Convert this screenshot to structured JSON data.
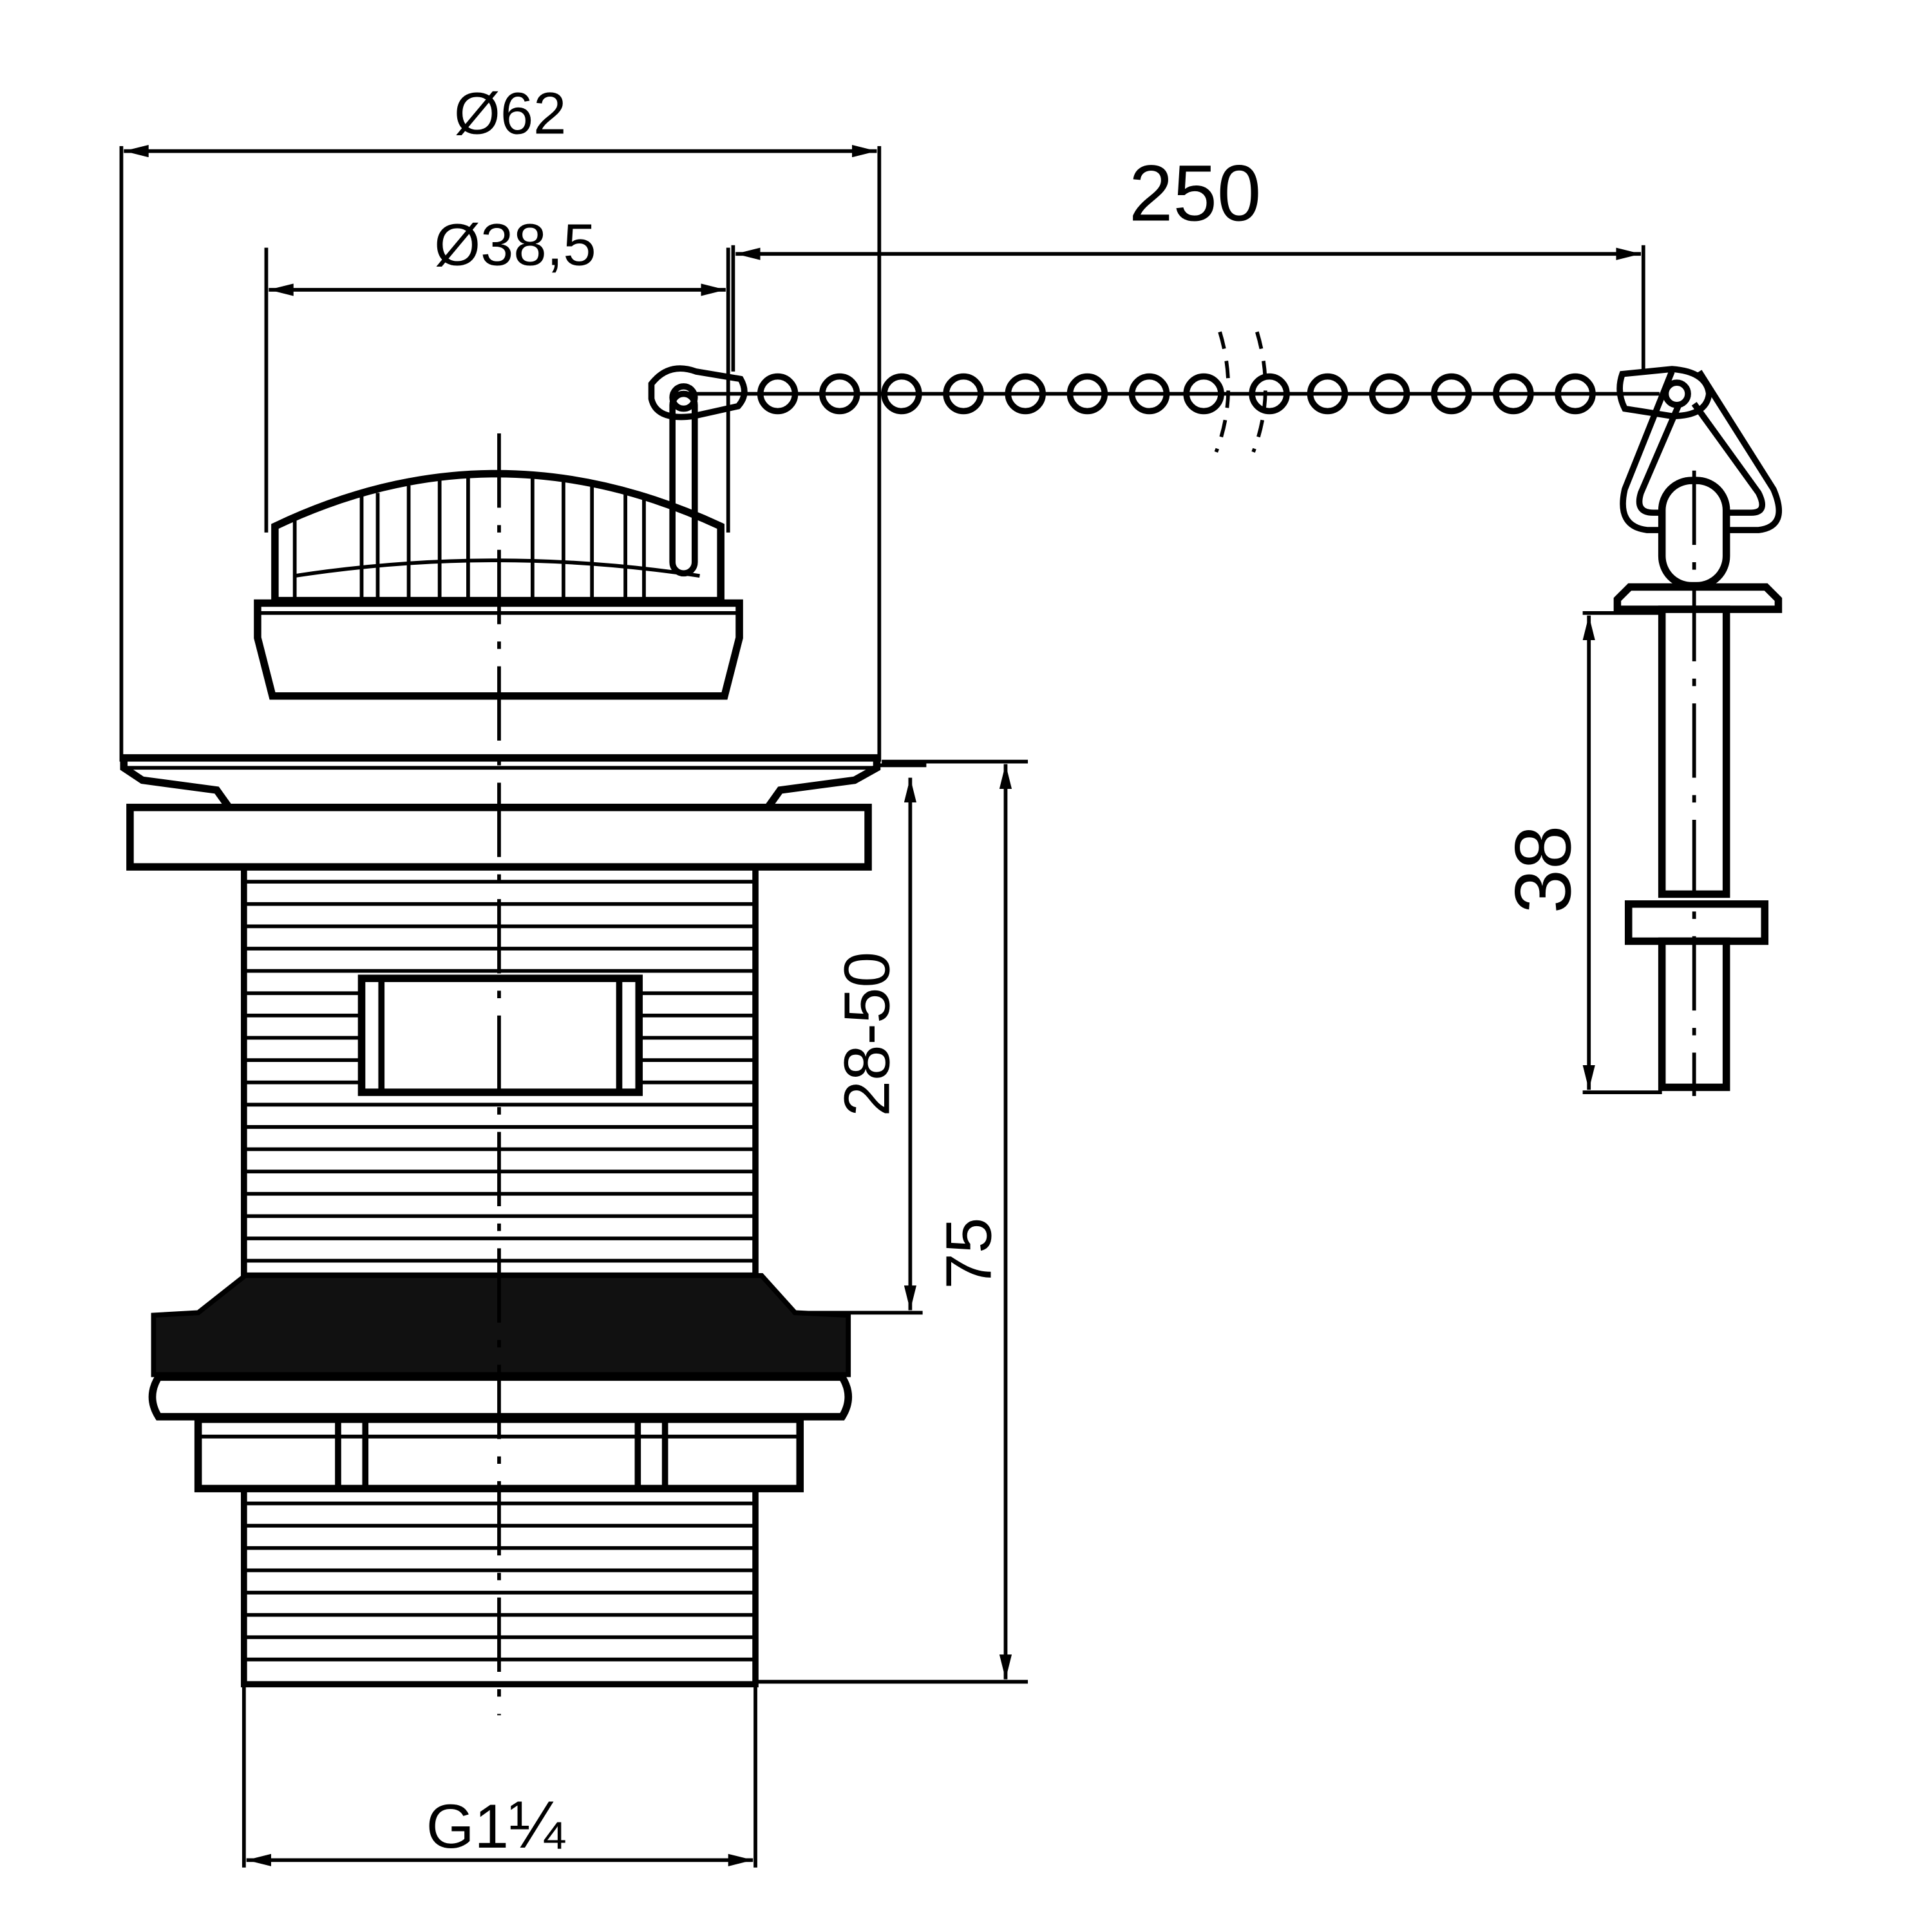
{
  "dimensions": {
    "outer_diameter": "Ø62",
    "plug_diameter": "Ø38,5",
    "chain_length": "250",
    "clamp_range": "28-50",
    "total_height": "75",
    "thread": "G1",
    "thread_fraction": "¼",
    "stud_length": "38"
  },
  "colors": {
    "line": "#000000",
    "background": "#ffffff"
  }
}
